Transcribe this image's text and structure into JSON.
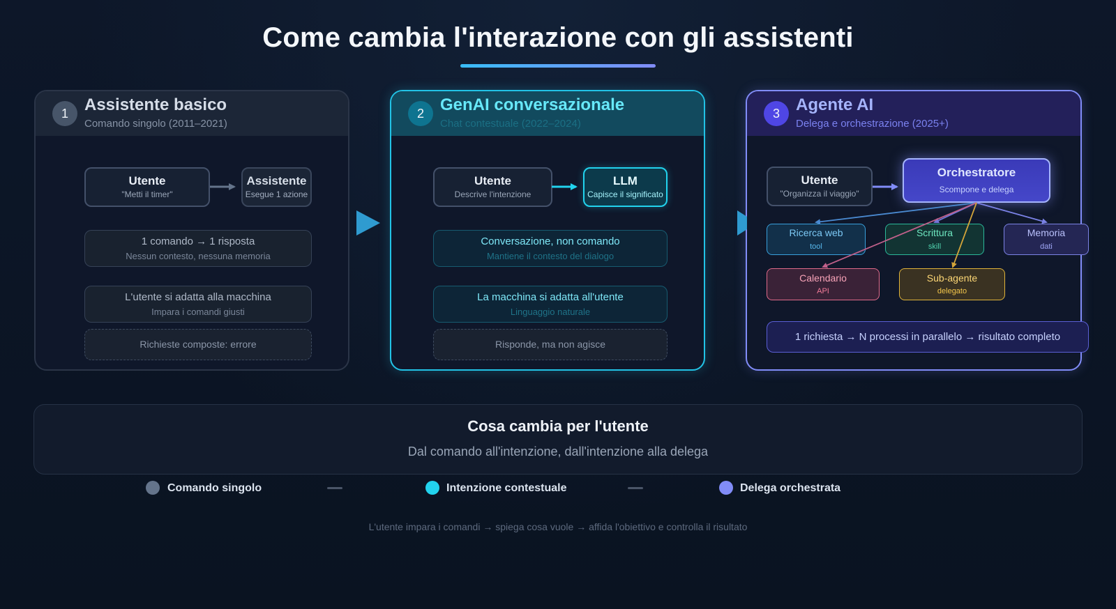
{
  "title": "Come cambia l'interazione con gli assistenti",
  "colors": {
    "accent_start": "#38bdf8",
    "accent_end": "#818cf8",
    "stage1": "#64748b",
    "stage2": "#22d3ee",
    "stage3": "#818cf8"
  },
  "panels": [
    {
      "number": "1",
      "title": "Assistente basico",
      "subtitle": "Comando singolo (2011–2021)",
      "flow": [
        {
          "title": "Utente",
          "sub": "\"Metti il timer\""
        },
        {
          "title": "Assistente",
          "sub": "Esegue 1 azione"
        }
      ],
      "notes": [
        {
          "title": "1 comando → 1 risposta",
          "sub": "Nessun contesto, nessuna memoria"
        },
        {
          "title": "L'utente si adatta alla macchina",
          "sub": "Impara i comandi giusti"
        }
      ],
      "limit": "Richieste composte: errore"
    },
    {
      "number": "2",
      "title": "GenAI conversazionale",
      "subtitle": "Chat contestuale (2022–2024)",
      "flow": [
        {
          "title": "Utente",
          "sub": "Descrive l'intenzione"
        },
        {
          "title": "LLM",
          "sub": "Capisce il significato"
        }
      ],
      "notes": [
        {
          "title": "Conversazione, non comando",
          "sub": "Mantiene il contesto del dialogo"
        },
        {
          "title": "La macchina si adatta all'utente",
          "sub": "Linguaggio naturale"
        }
      ],
      "limit": "Risponde, ma non agisce"
    },
    {
      "number": "3",
      "title": "Agente AI",
      "subtitle": "Delega e orchestrazione (2025+)",
      "flow": [
        {
          "title": "Utente",
          "sub": "\"Organizza il viaggio\""
        },
        {
          "title": "Orchestratore",
          "sub": "Scompone e delega"
        }
      ],
      "components": [
        {
          "title": "Ricerca web",
          "sub": "tool"
        },
        {
          "title": "Scrittura",
          "sub": "skill"
        },
        {
          "title": "Memoria",
          "sub": "dati"
        },
        {
          "title": "Calendario",
          "sub": "API"
        },
        {
          "title": "Sub-agente",
          "sub": "delegato"
        }
      ],
      "result": "1 richiesta → N processi in parallelo → risultato completo"
    }
  ],
  "summary": {
    "title": "Cosa cambia per l'utente",
    "subtitle": "Dal comando all'intenzione, dall'intenzione alla delega"
  },
  "legend": [
    {
      "label": "Comando singolo",
      "color": "#64748b"
    },
    {
      "label": "Intenzione contestuale",
      "color": "#22d3ee"
    },
    {
      "label": "Delega orchestrata",
      "color": "#818cf8"
    }
  ],
  "footer": "L'utente impara i comandi → spiega cosa vuole → affida l'obiettivo e controlla il risultato"
}
